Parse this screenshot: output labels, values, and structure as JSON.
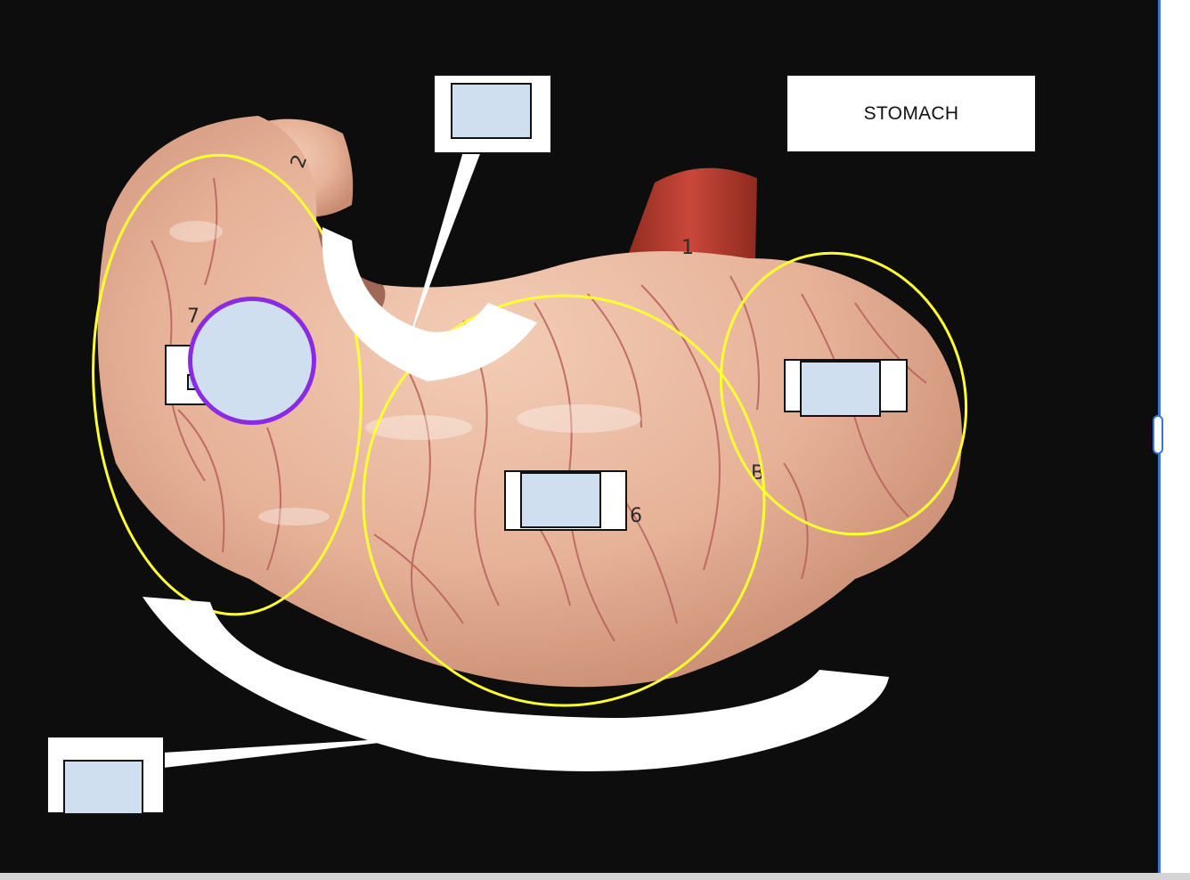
{
  "diagram": {
    "title": "STOMACH",
    "organ_markings": [
      "2",
      "1",
      "7",
      "6",
      "B"
    ]
  },
  "drop_zones": [
    {
      "name": "top-label-drop-zone",
      "value": ""
    },
    {
      "name": "upper-right-label-drop-zone",
      "value": ""
    },
    {
      "name": "center-label-drop-zone",
      "value": ""
    },
    {
      "name": "left-label-drop-zone",
      "value": ""
    },
    {
      "name": "bottom-left-label-drop-zone",
      "value": ""
    }
  ],
  "colors": {
    "background": "#0d0d0d",
    "region_outline": "#ffff33",
    "drop_zone_fill": "#cfdff0",
    "active_marker": "#8a2be2",
    "scrollbar_accent": "#3b74d8",
    "stomach_flesh": "#e8b49c",
    "blood_vessel": "#b8605a",
    "esophagus_muscle": "#b8382a"
  }
}
